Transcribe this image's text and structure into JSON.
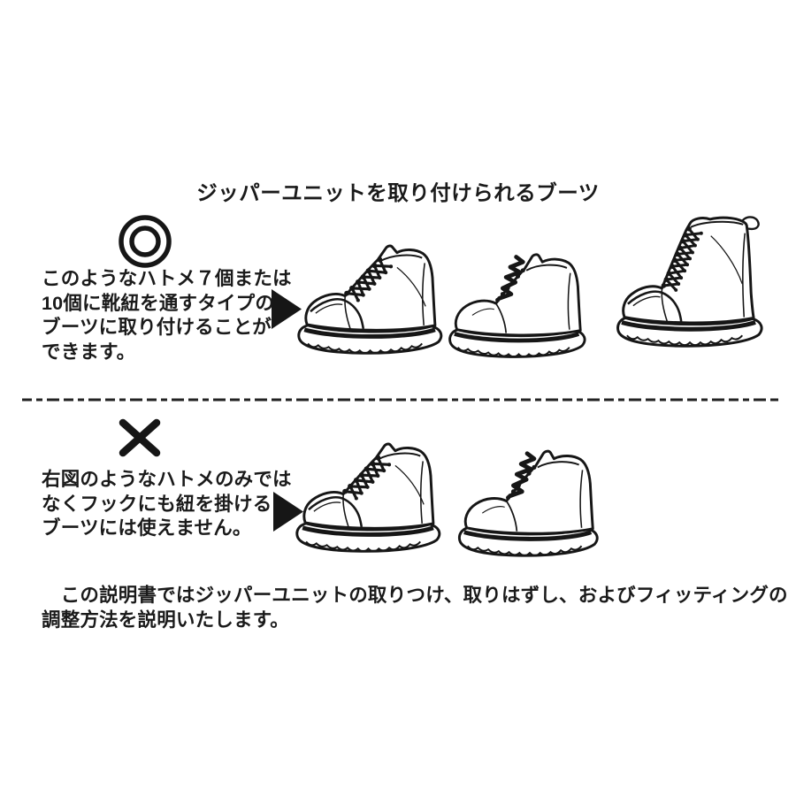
{
  "colors": {
    "ink": "#161616",
    "paper": "#ffffff"
  },
  "title": "ジッパーユニットを取り付けられるブーツ",
  "ok_section": {
    "mark_glyph": "◎",
    "mark_name": "double-circle-ok-mark",
    "text_lines": [
      "このようなハトメ７個または",
      "10個に靴紐を通すタイプの",
      "ブーツに取り付けることが",
      "できます。"
    ],
    "boots": [
      "7-eyelet moc-toe boot",
      "7-eyelet plain-toe boot",
      "10-eyelet tall boot with pull tab"
    ]
  },
  "ng_section": {
    "mark_glyph": "✕",
    "mark_name": "cross-ng-mark",
    "text_lines": [
      "右図のようなハトメのみでは",
      "なくフックにも紐を掛ける",
      "ブーツには使えません。"
    ],
    "boots": [
      "moc-toe boot with lace hooks",
      "plain-toe boot with lace hooks"
    ]
  },
  "footer_lines": [
    "　この説明書ではジッパーユニットの取りつけ、取りはずし、およびフィッティングの",
    "調整方法を説明いたします。"
  ],
  "icons": {
    "arrow": "right-arrow",
    "separator": "dashed-line"
  }
}
